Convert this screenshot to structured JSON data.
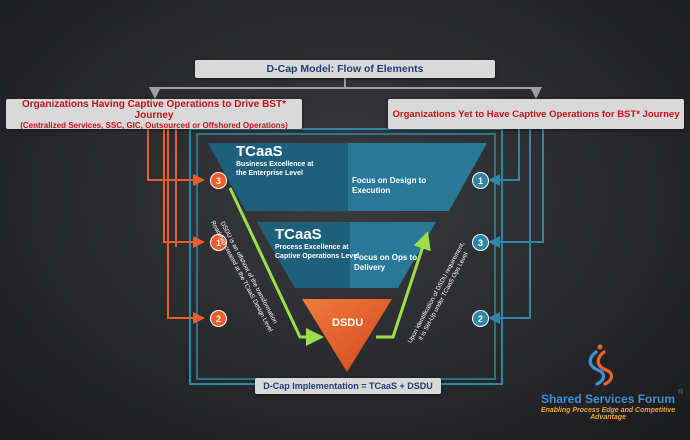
{
  "title": "D-Cap Model: Flow of Elements",
  "left_group": {
    "title": "Organizations Having Captive Operations to Drive BST* Journey",
    "subtitle": "(Centralized Services, SSC, GIC, Outsourced or Offshored Operations)"
  },
  "right_group": {
    "title": "Organizations Yet to Have Captive Operations for BST* Journey"
  },
  "levels": [
    {
      "name": "TCaaS",
      "desc_line1": "Business Excellence at",
      "desc_line2": "the Enterprise Level",
      "focus_line1": "Focus on Design to",
      "focus_line2": "Execution"
    },
    {
      "name": "TCaaS",
      "desc_line1": "Process Excellence at",
      "desc_line2": "Captive Operations  Level",
      "focus_line1": "Focus on Ops to",
      "focus_line2": "Delivery"
    },
    {
      "name": "DSDU"
    }
  ],
  "left_steps": [
    "3",
    "1",
    "2"
  ],
  "right_steps": [
    "1",
    "3",
    "2"
  ],
  "arrow_left_text": {
    "line1": "DSDU is an offshoot of the transformation",
    "line2": "Roadmap created at the TCaaS Design Level"
  },
  "arrow_right_text": {
    "line1": "Upon identification of DSDU requirement,",
    "line2": "it is Set-Up under TCaaS Ops Level"
  },
  "implementation": "D-Cap Implementation = TCaaS + DSDU",
  "logo": {
    "name": "Shared Services Forum",
    "registered": "®",
    "tagline": "Enabling Process Edge and Competitive Advantage"
  },
  "colors": {
    "orange": "#ec5d2a",
    "teal": "#2e87a8",
    "blue": "#1f3f73",
    "red": "#c0141a",
    "green": "#9be04a"
  }
}
